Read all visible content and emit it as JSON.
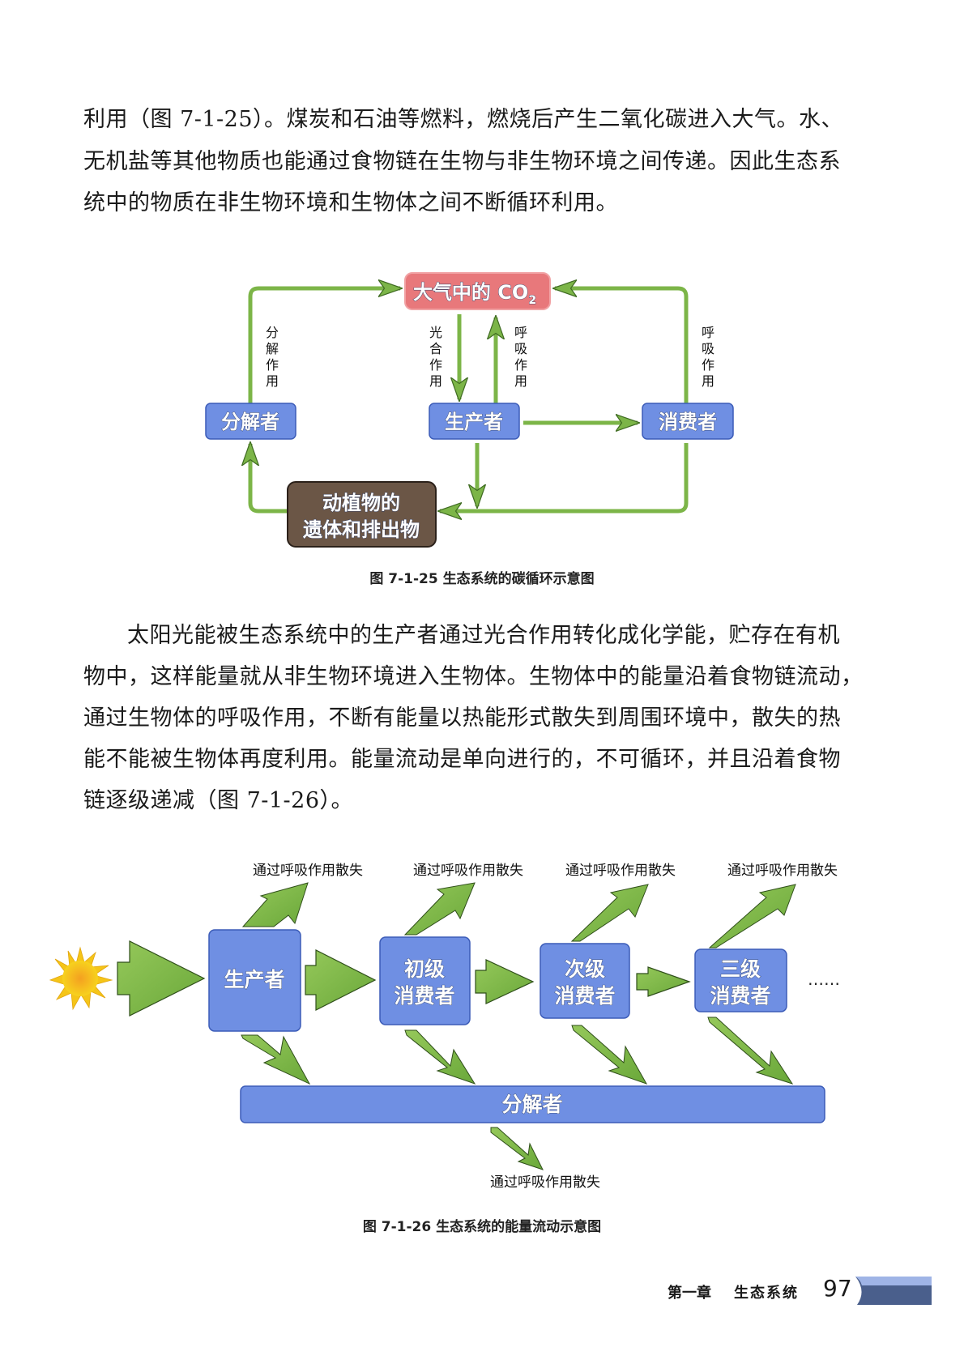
{
  "paragraph1": {
    "lines": [
      "利用（图 7-1-25）。煤炭和石油等燃料，燃烧后产生二氧化碳进入大气。水、",
      "无机盐等其他物质也能通过食物链在生物与非生物环境之间传递。因此生态系",
      "统中的物质在非生物环境和生物体之间不断循环利用。"
    ]
  },
  "carbon_cycle": {
    "co2_label": "大气中的 CO",
    "co2_subscript": "2",
    "decomposer": "分解者",
    "producer": "生产者",
    "consumer": "消费者",
    "remains_line1": "动植物的",
    "remains_line2": "遗体和排出物",
    "label_decomposition": [
      "分",
      "解",
      "作",
      "用"
    ],
    "label_photosynthesis": [
      "光",
      "合",
      "作",
      "用"
    ],
    "label_respiration_producer": [
      "呼",
      "吸",
      "作",
      "用"
    ],
    "label_respiration_consumer": [
      "呼",
      "吸",
      "作",
      "用"
    ],
    "caption": "图 7-1-25  生态系统的碳循环示意图",
    "colors": {
      "co2": "#e8787b",
      "organism": "#6f8fe3",
      "remains": "#6b5646",
      "arrow": "#7cb548"
    }
  },
  "paragraph2": {
    "lines": [
      "太阳光能被生态系统中的生产者通过光合作用转化成化学能，贮存在有机",
      "物中，这样能量就从非生物环境进入生物体。生物体中的能量沿着食物链流动，",
      "通过生物体的呼吸作用，不断有能量以热能形式散失到周围环境中，散失的热",
      "能不能被生物体再度利用。能量流动是单向进行的，不可循环，并且沿着食物",
      "链逐级递减（图 7-1-26）。"
    ]
  },
  "energy_flow": {
    "sun_icon": "sun-icon",
    "producer": "生产者",
    "primary_consumer": [
      "初级",
      "消费者"
    ],
    "secondary_consumer": [
      "次级",
      "消费者"
    ],
    "tertiary_consumer": [
      "三级",
      "消费者"
    ],
    "ellipsis": "……",
    "decomposer": "分解者",
    "loss_labels": [
      "通过呼吸作用散失",
      "通过呼吸作用散失",
      "通过呼吸作用散失",
      "通过呼吸作用散失"
    ],
    "decomposer_loss_label": "通过呼吸作用散失",
    "caption": "图 7-1-26  生态系统的能量流动示意图"
  },
  "footer": {
    "chapter": "第一章",
    "section": "生态系统",
    "page_number": "97",
    "tab_color": "#4a5f8c"
  }
}
